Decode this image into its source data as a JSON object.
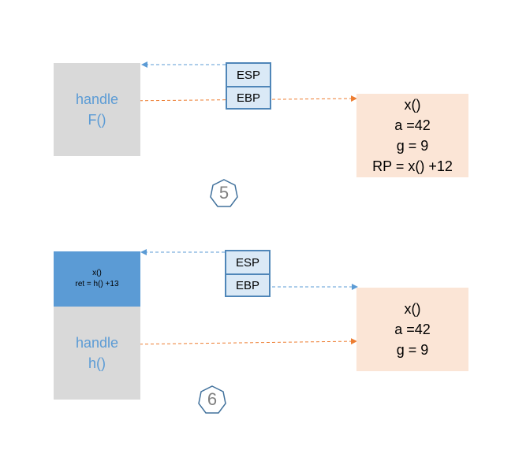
{
  "diagram_5": {
    "handle_box": {
      "line1": "handle",
      "line2": "F()"
    },
    "esp_label": "ESP",
    "ebp_label": "EBP",
    "frame": {
      "lines": [
        "x()",
        "a =42",
        "g = 9",
        "RP = x() +12"
      ]
    },
    "step_label": "5"
  },
  "diagram_6": {
    "top_frame": {
      "line1": "x()",
      "line2": "ret = h() +13"
    },
    "handle_box": {
      "line1": "handle",
      "line2": "h()"
    },
    "esp_label": "ESP",
    "ebp_label": "EBP",
    "frame": {
      "lines": [
        "x()",
        "a =42",
        "g = 9"
      ]
    },
    "step_label": "6"
  },
  "colors": {
    "handle_bg": "#d9d9d9",
    "handle_text": "#5b9bd5",
    "frame_bg": "#fbe5d6",
    "register_bg": "#dae9f6",
    "register_border": "#4f86b8",
    "top_frame_bg": "#5b9bd5",
    "arrow_blue": "#5b9bd5",
    "arrow_orange": "#ed7d31",
    "step_outline": "#41719c"
  }
}
